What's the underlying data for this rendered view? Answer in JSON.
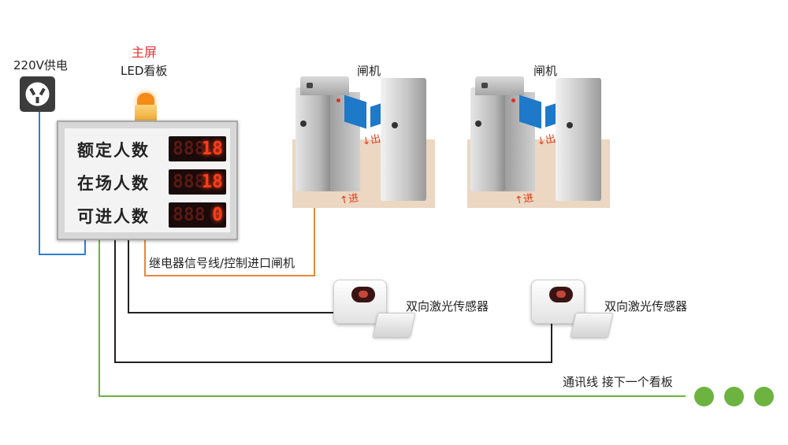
{
  "power": {
    "label": "220V供电",
    "icon": "power-socket-icon"
  },
  "main_screen": {
    "title": "主屏",
    "subtitle": "LED看板",
    "accent": "#e53131"
  },
  "board": {
    "rows": [
      {
        "label": "额定人数",
        "value": "18",
        "ghost": "888"
      },
      {
        "label": "在场人数",
        "value": "18",
        "ghost": "888"
      },
      {
        "label": "可进人数",
        "value": "0",
        "ghost": "888"
      }
    ],
    "digit_color": "#ff3b1a"
  },
  "gates": [
    {
      "label": "闸机",
      "in_text": "进",
      "out_text": "出"
    },
    {
      "label": "闸机",
      "in_text": "进",
      "out_text": "出"
    }
  ],
  "relay_line": {
    "label": "继电器信号线/控制进口闸机",
    "color": "#e8873a"
  },
  "sensors": [
    {
      "label": "双向激光传感器"
    },
    {
      "label": "双向激光传感器"
    }
  ],
  "comm_line": {
    "label": "通讯线  接下一个看板",
    "color": "#6db33f"
  },
  "power_line": {
    "color": "#2f7fd3"
  },
  "signal_line": {
    "color": "#222222"
  }
}
